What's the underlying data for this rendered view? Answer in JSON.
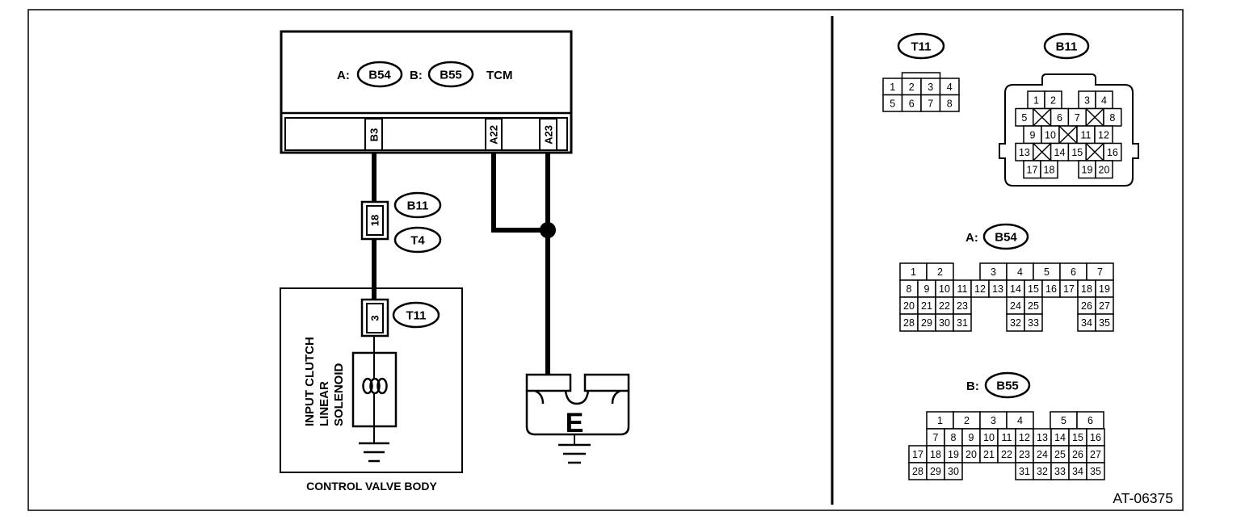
{
  "tcm": {
    "connector_a_prefix": "A:",
    "connector_a_id": "B54",
    "connector_b_prefix": "B:",
    "connector_b_id": "B55",
    "label": "TCM",
    "pins": {
      "b3": "B3",
      "a22": "A22",
      "a23": "A23"
    }
  },
  "harness": {
    "inline_connector": {
      "upper_id": "B11",
      "lower_id": "T4",
      "pin": "18"
    },
    "solenoid_connector": {
      "id": "T11",
      "pin": "3"
    }
  },
  "solenoid": {
    "label_lines": [
      "INPUT CLUTCH",
      "LINEAR",
      "SOLENOID"
    ]
  },
  "control_valve_body": {
    "label": "CONTROL VALVE BODY"
  },
  "ground_terminal": {
    "label": "E"
  },
  "connector_views": {
    "t11": {
      "id": "T11",
      "pins": [
        "1",
        "2",
        "3",
        "4",
        "5",
        "6",
        "7",
        "8"
      ]
    },
    "b11": {
      "id": "B11",
      "pins": [
        "1",
        "2",
        "3",
        "4",
        "5",
        "6",
        "7",
        "8",
        "9",
        "10",
        "11",
        "12",
        "13",
        "14",
        "15",
        "16",
        "17",
        "18",
        "19",
        "20"
      ]
    },
    "b54": {
      "prefix": "A:",
      "id": "B54",
      "pins": [
        "1",
        "2",
        "3",
        "4",
        "5",
        "6",
        "7",
        "8",
        "9",
        "10",
        "11",
        "12",
        "13",
        "14",
        "15",
        "16",
        "17",
        "18",
        "19",
        "20",
        "21",
        "22",
        "23",
        "24",
        "25",
        "26",
        "27",
        "28",
        "29",
        "30",
        "31",
        "32",
        "33",
        "34",
        "35"
      ]
    },
    "b55": {
      "prefix": "B:",
      "id": "B55",
      "pins": [
        "1",
        "2",
        "3",
        "4",
        "5",
        "6",
        "7",
        "8",
        "9",
        "10",
        "11",
        "12",
        "13",
        "14",
        "15",
        "16",
        "17",
        "18",
        "19",
        "20",
        "21",
        "22",
        "23",
        "24",
        "25",
        "26",
        "27",
        "28",
        "29",
        "30",
        "31",
        "32",
        "33",
        "34",
        "35"
      ]
    }
  },
  "figure_code": "AT-06375",
  "colors": {
    "ink": "#000000",
    "paper": "#ffffff"
  }
}
